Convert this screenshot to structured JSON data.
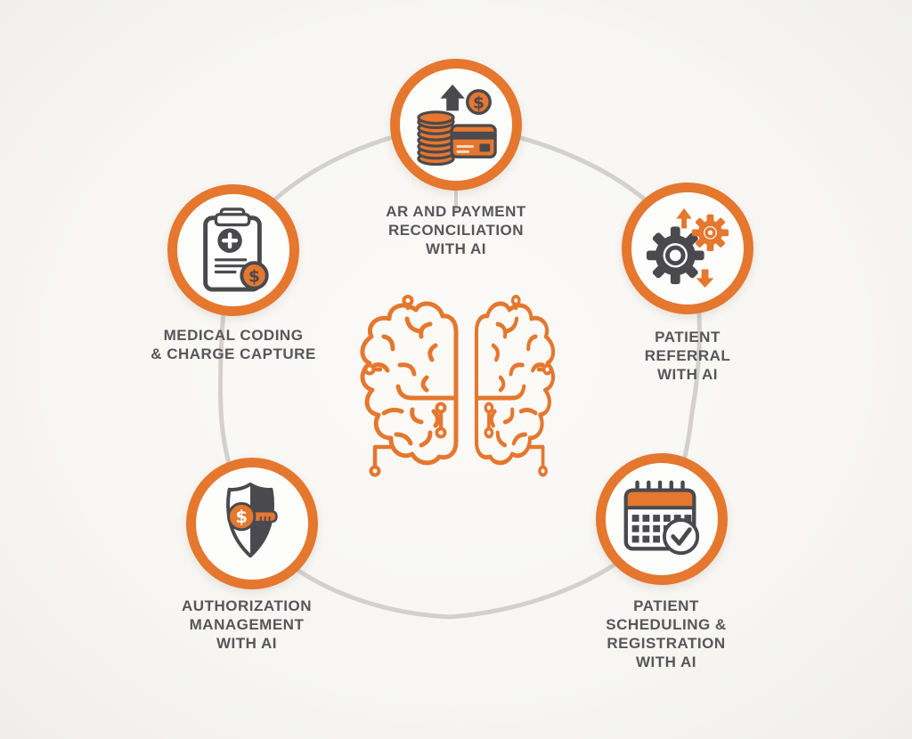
{
  "colors": {
    "accent_orange": "#E5772E",
    "icon_dark": "#4A494E",
    "label_text": "#57565A",
    "ring_gray": "#D2D1CF",
    "background": "#F7F6F3"
  },
  "center": {
    "icon": "ai-brain-circuit-icon"
  },
  "nodes": [
    {
      "id": "ar-payment-reconciliation",
      "icon": "coins-payment-icon",
      "label": "AR AND PAYMENT\nRECONCILIATION\nWITH AI"
    },
    {
      "id": "patient-referral",
      "icon": "gears-referral-icon",
      "label": "PATIENT\nREFERRAL\nWITH AI"
    },
    {
      "id": "patient-scheduling-registration",
      "icon": "calendar-check-icon",
      "label": "PATIENT\nSCHEDULING &\nREGISTRATION\nWITH AI"
    },
    {
      "id": "authorization-management",
      "icon": "shield-key-icon",
      "label": "AUTHORIZATION\nMANAGEMENT\nWITH AI"
    },
    {
      "id": "medical-coding-charge-capture",
      "icon": "clipboard-coding-icon",
      "label": "MEDICAL CODING\n& CHARGE CAPTURE"
    }
  ]
}
